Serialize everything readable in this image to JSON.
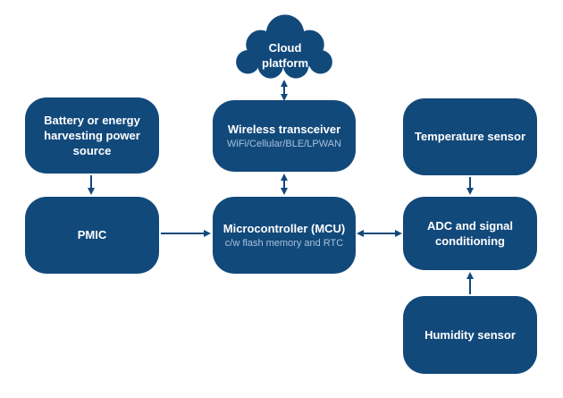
{
  "diagram": {
    "type": "block-diagram",
    "colors": {
      "box_fill": "#12497B",
      "heading_text": "#FFFFFF",
      "subtext": "#A7C1DB",
      "arrow": "#12497B",
      "background": "#FFFFFF"
    },
    "nodes": {
      "cloud": {
        "label": "Cloud platform",
        "shape": "cloud"
      },
      "battery": {
        "label": "Battery or energy harvesting power source"
      },
      "wireless": {
        "label": "Wireless transceiver",
        "sublabel": "WiFi/Cellular/BLE/LPWAN"
      },
      "temperature": {
        "label": "Temperature sensor"
      },
      "pmic": {
        "label": "PMIC"
      },
      "mcu": {
        "label": "Microcontroller (MCU)",
        "sublabel": "c/w flash memory and RTC"
      },
      "adc": {
        "label": "ADC and signal conditioning"
      },
      "humidity": {
        "label": "Humidity sensor"
      }
    },
    "connections": [
      {
        "from": "cloud",
        "to": "wireless",
        "bidirectional": true
      },
      {
        "from": "wireless",
        "to": "mcu",
        "bidirectional": true
      },
      {
        "from": "battery",
        "to": "pmic",
        "bidirectional": false
      },
      {
        "from": "pmic",
        "to": "mcu",
        "bidirectional": false
      },
      {
        "from": "mcu",
        "to": "adc",
        "bidirectional": true
      },
      {
        "from": "temperature",
        "to": "adc",
        "bidirectional": false
      },
      {
        "from": "humidity",
        "to": "adc",
        "bidirectional": false
      }
    ]
  }
}
